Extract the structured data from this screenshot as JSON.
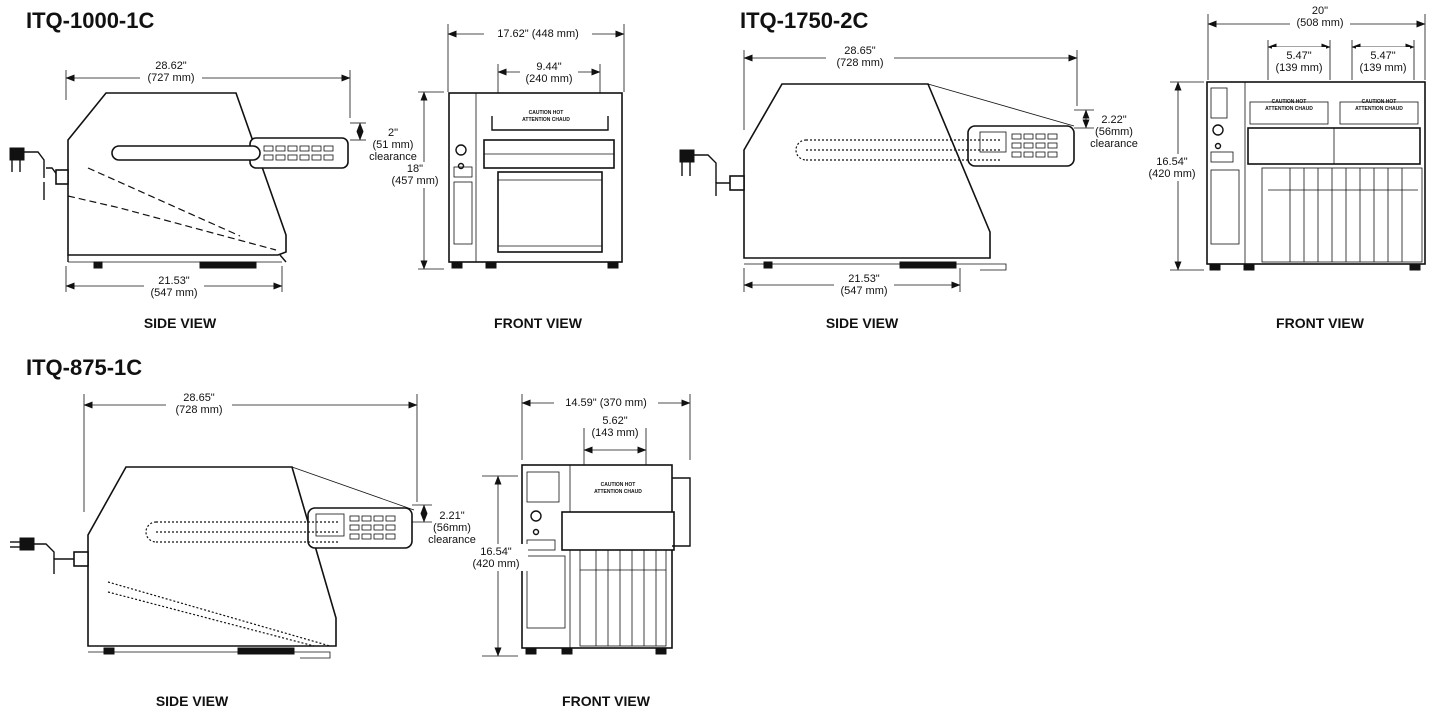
{
  "models": [
    {
      "name": "ITQ-1000-1C",
      "side": {
        "length": "28.62\"",
        "length_mm": "(727 mm)",
        "base": "21.53\"",
        "base_mm": "(547 mm)",
        "clear": "2\"",
        "clear_mm": "(51 mm)",
        "clear_label": "clearance",
        "label": "SIDE VIEW"
      },
      "front": {
        "width": "17.62\" (448 mm)",
        "belt": "9.44\"",
        "belt_mm": "(240 mm)",
        "height": "18\"",
        "height_mm": "(457 mm)",
        "caution": "CAUTION HOT",
        "attention": "ATTENTION CHAUD",
        "label": "FRONT VIEW"
      }
    },
    {
      "name": "ITQ-1750-2C",
      "side": {
        "length": "28.65\"",
        "length_mm": "(728 mm)",
        "base": "21.53\"",
        "base_mm": "(547 mm)",
        "clear": "2.22\"",
        "clear_mm": "(56mm)",
        "clear_label": "clearance",
        "label": "SIDE VIEW"
      },
      "front": {
        "width": "20\"",
        "width_mm": "(508 mm)",
        "belt_a": "5.47\"",
        "belt_a_mm": "(139 mm)",
        "belt_b": "5.47\"",
        "belt_b_mm": "(139 mm)",
        "height": "16.54\"",
        "height_mm": "(420 mm)",
        "caution": "CAUTION HOT",
        "attention": "ATTENTION CHAUD",
        "label": "FRONT VIEW"
      }
    },
    {
      "name": "ITQ-875-1C",
      "side": {
        "length": "28.65\"",
        "length_mm": "(728 mm)",
        "clear": "2.21\"",
        "clear_mm": "(56mm)",
        "clear_label": "clearance",
        "label": "SIDE VIEW"
      },
      "front": {
        "width": "14.59\" (370 mm)",
        "belt": "5.62\"",
        "belt_mm": "(143 mm)",
        "height": "16.54\"",
        "height_mm": "(420 mm)",
        "caution": "CAUTION HOT",
        "attention": "ATTENTION CHAUD",
        "label": "FRONT VIEW"
      }
    }
  ]
}
